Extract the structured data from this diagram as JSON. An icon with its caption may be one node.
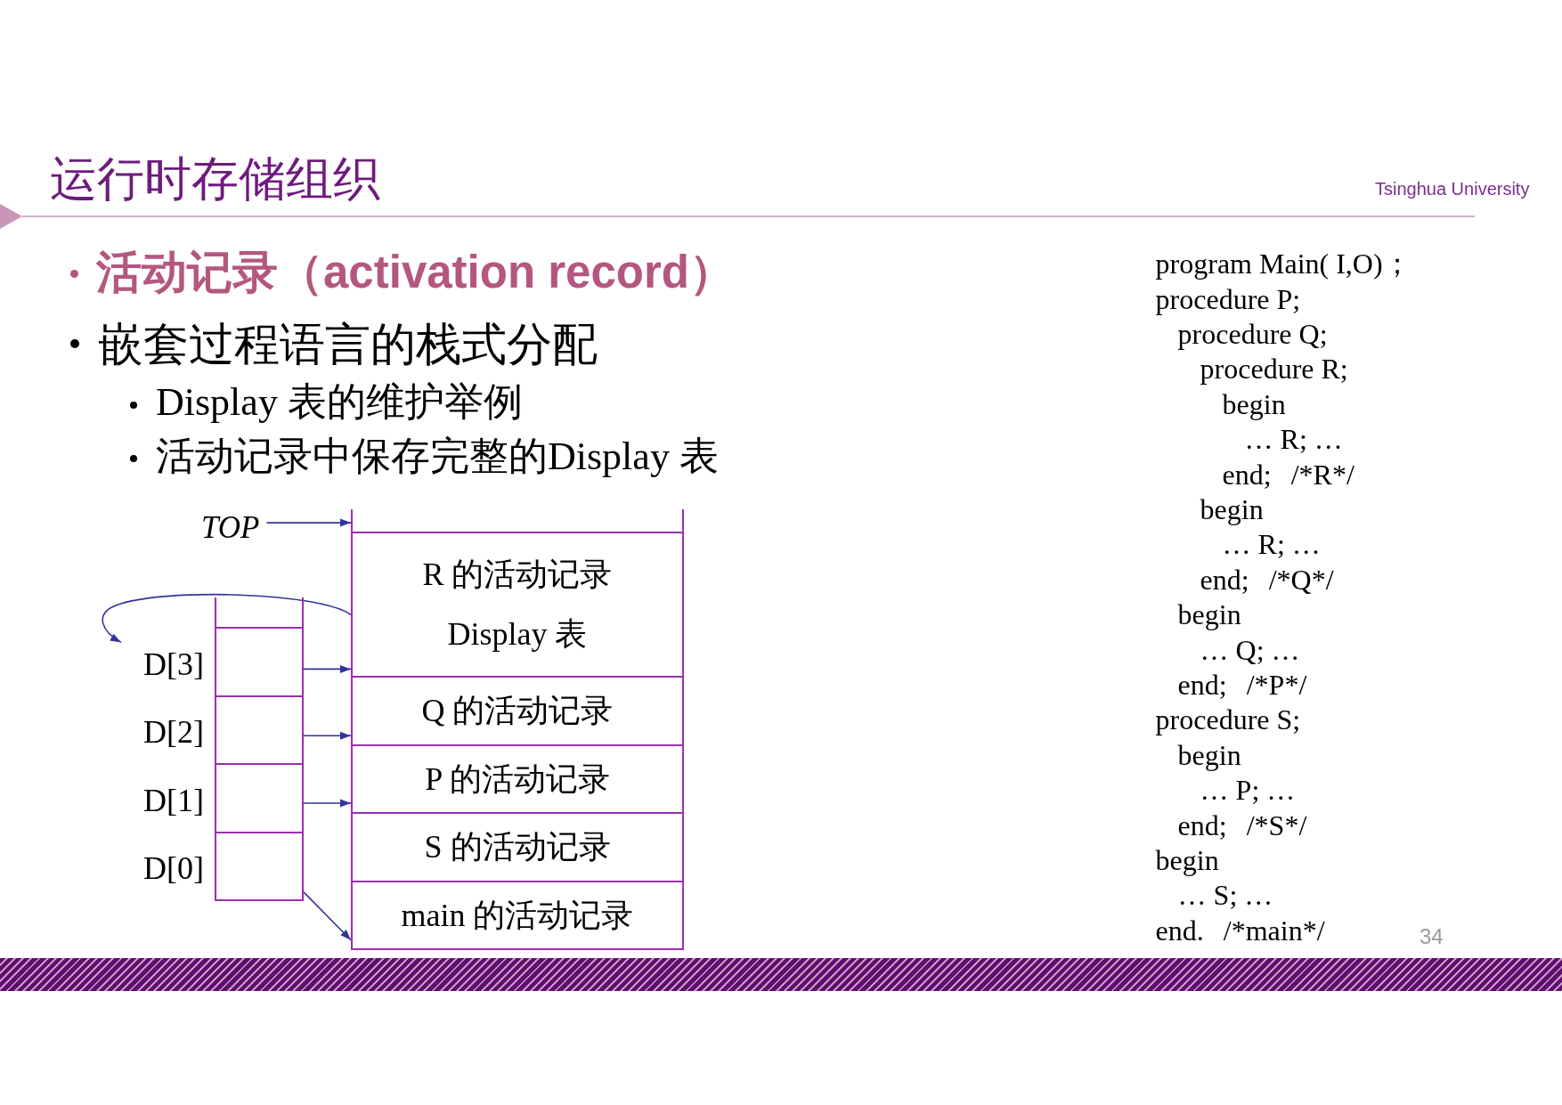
{
  "diagram": {
    "title": "运行时存储组织",
    "nodes": [
      {
        "text": [
          "TOP"
        ]
      },
      {
        "text": [],
        "shape": "box"
      },
      {
        "text": [
          "R 的活动记录",
          "Display 表"
        ]
      },
      {
        "text": [
          "Q 的活动记录"
        ]
      },
      {
        "text": [
          "P 的活动记录"
        ]
      },
      {
        "text": [
          "S 的活动记录"
        ]
      },
      {
        "text": [
          "main 的活动记录"
        ]
      },
      {
        "text": [],
        "shape": "box"
      },
      {
        "text": [],
        "shape": "box",
        "beside": [
          "D[3]"
        ]
      },
      {
        "text": [],
        "shape": "box",
        "beside": [
          "D[2]"
        ]
      },
      {
        "text": [],
        "shape": "box",
        "beside": [
          "D[1]"
        ]
      },
      {
        "text": [],
        "shape": "box",
        "beside": [
          "D[0]"
        ]
      },
      {
        "text": [],
        "shape": "bar"
      }
    ],
    "edges": [
      {
        "from": 0,
        "to": 1,
        "arrow": "to"
      },
      {
        "from": 2,
        "to": 8,
        "arrow": "to"
      },
      {
        "from": 8,
        "to": 2,
        "arrow": "to"
      },
      {
        "from": 9,
        "to": 3,
        "arrow": "to"
      },
      {
        "from": 10,
        "to": 4,
        "arrow": "to"
      },
      {
        "from": 11,
        "to": 6,
        "arrow": "to"
      }
    ],
    "labels": [
      "活动记录（activation record）",
      "嵌套过程语言的栈式分配",
      "Display 表的维护举例",
      "活动记录中保存完整的Display 表",
      "program Main( I,O)；",
      "procedure P;",
      "procedure Q;",
      "procedure R;",
      "begin",
      "… R; …",
      "end; /*R*/",
      "begin",
      "… R; …",
      "end; /*Q*/",
      "begin",
      "… Q; …",
      "end; /*P*/",
      "procedure S;",
      "begin",
      "… P; …",
      "end; /*S*/",
      "begin",
      "… S; …",
      "end. /*main*/",
      "34",
      "Tsinghua University"
    ]
  }
}
